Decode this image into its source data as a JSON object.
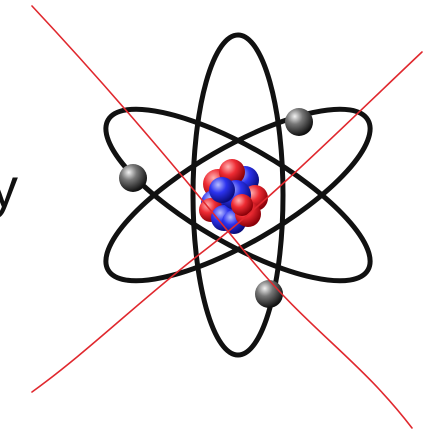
{
  "illustration": {
    "subject": "atom",
    "orbit_count": 3,
    "electron_count": 3,
    "cross_out": true
  },
  "cropped_text": {
    "visible_glyph": "y"
  },
  "colors": {
    "background": "#ffffff",
    "orbit": "#111111",
    "proton": "#e8202a",
    "neutron": "#2a2ee6",
    "electron": "#3a3a3a",
    "cross_line": "#e0282e"
  }
}
